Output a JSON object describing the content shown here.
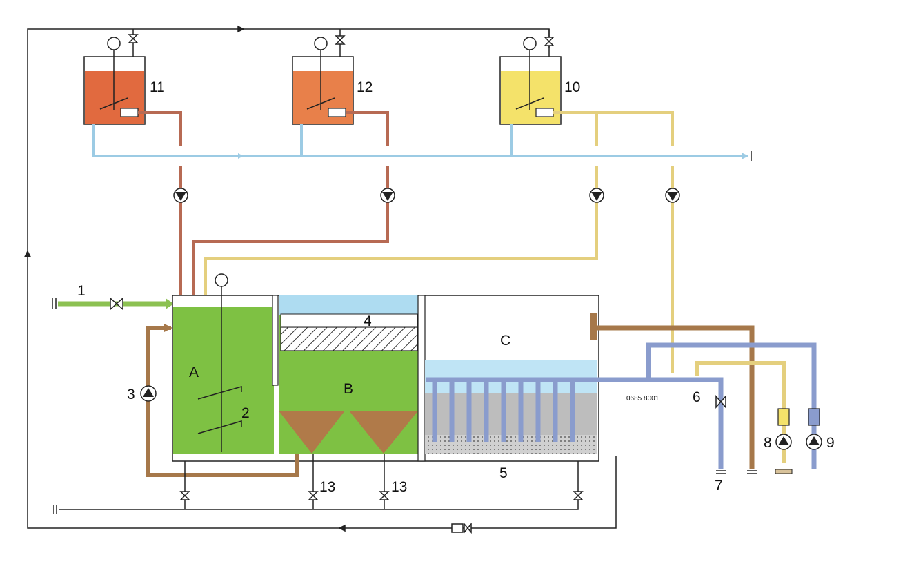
{
  "labels": {
    "inlet": "1",
    "stirrer_a": "2",
    "recycle_pump": "3",
    "lamella": "4",
    "bottom": "5",
    "outlet_line": "6",
    "outlet": "7",
    "pump_8": "8",
    "pump_9": "9",
    "tank_10": "10",
    "tank_11": "11",
    "tank_12": "12",
    "sludge_left": "13",
    "sludge_right": "13",
    "zone_a": "A",
    "zone_b": "B",
    "zone_c": "C",
    "drawing_code": "0685 8001"
  },
  "colors": {
    "green_line": "#8cc152",
    "green_zone": "#7ec143",
    "brown_line": "#a6784a",
    "sludge": "#b07a49",
    "reagent_red": "#e16a3f",
    "reagent_orange": "#e8804a",
    "reagent_yellow": "#f4e26a",
    "yellow_line": "#e4cf7e",
    "blue_line": "#8a9ccd",
    "light_blue": "#aedcf1",
    "water_blue": "#bfe4f5",
    "gray_bed": "#bdbdbd"
  }
}
